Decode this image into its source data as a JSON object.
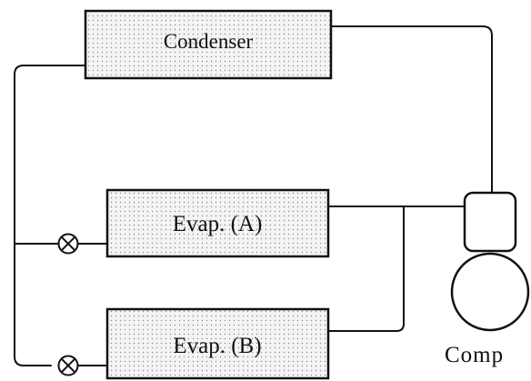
{
  "diagram": {
    "components": {
      "condenser": {
        "label": "Condenser"
      },
      "evaporator_a": {
        "label": "Evap. (A)"
      },
      "evaporator_b": {
        "label": "Evap. (B)"
      },
      "compressor": {
        "label": "Comp"
      }
    },
    "expansion_valves": [
      "valve-a",
      "valve-b"
    ],
    "colors": {
      "line": "#111111",
      "box_fill": "#f3f3f3",
      "dot": "#8a8a8a"
    }
  }
}
